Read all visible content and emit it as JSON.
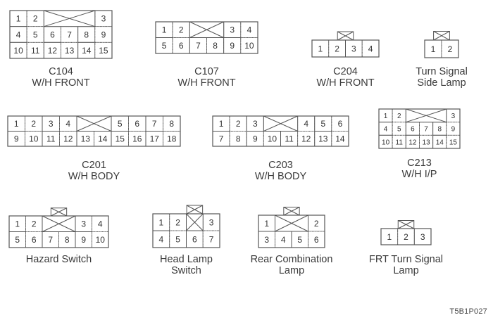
{
  "figure_code": "T5B1P027",
  "colors": {
    "line": "#555555",
    "text": "#333333",
    "background": "#ffffff"
  },
  "connectors": [
    {
      "id": "c104",
      "caption": [
        "C104",
        "W/H FRONT"
      ],
      "cols": 6,
      "rows": 3,
      "blank": [
        {
          "row": 0,
          "col": 2,
          "span": 3
        }
      ],
      "key": null,
      "pins": [
        [
          [
            "1",
            0
          ],
          [
            "2",
            1
          ],
          [
            "3",
            5
          ]
        ],
        [
          [
            "4",
            0
          ],
          [
            "5",
            1
          ],
          [
            "6",
            2
          ],
          [
            "7",
            3
          ],
          [
            "8",
            4
          ],
          [
            "9",
            5
          ]
        ],
        [
          [
            "10",
            0
          ],
          [
            "11",
            1
          ],
          [
            "12",
            2
          ],
          [
            "13",
            3
          ],
          [
            "14",
            4
          ],
          [
            "15",
            5
          ]
        ]
      ]
    },
    {
      "id": "c107",
      "caption": [
        "C107",
        "W/H FRONT"
      ],
      "cols": 6,
      "rows": 2,
      "blank": [
        {
          "row": 0,
          "col": 2,
          "span": 2
        }
      ],
      "key": null,
      "pins": [
        [
          [
            "1",
            0
          ],
          [
            "2",
            1
          ],
          [
            "3",
            4
          ],
          [
            "4",
            5
          ]
        ],
        [
          [
            "5",
            0
          ],
          [
            "6",
            1
          ],
          [
            "7",
            2
          ],
          [
            "8",
            3
          ],
          [
            "9",
            4
          ],
          [
            "10",
            5
          ]
        ]
      ]
    },
    {
      "id": "c204",
      "caption": [
        "C204",
        "W/H FRONT"
      ],
      "cols": 4,
      "rows": 1,
      "blank": [],
      "key": {
        "center_col": 2.0
      },
      "pins": [
        [
          [
            "1",
            0
          ],
          [
            "2",
            1
          ],
          [
            "3",
            2
          ],
          [
            "4",
            3
          ]
        ]
      ]
    },
    {
      "id": "turn-signal-side-lamp",
      "caption": [
        "Turn Signal",
        "Side Lamp"
      ],
      "cols": 2,
      "rows": 1,
      "blank": [],
      "key": {
        "center_col": 1.0
      },
      "pins": [
        [
          [
            "1",
            0
          ],
          [
            "2",
            1
          ]
        ]
      ]
    },
    {
      "id": "c201",
      "caption": [
        "C201",
        "W/H BODY"
      ],
      "cols": 10,
      "rows": 2,
      "blank": [
        {
          "row": 0,
          "col": 4,
          "span": 2
        }
      ],
      "key": null,
      "pins": [
        [
          [
            "1",
            0
          ],
          [
            "2",
            1
          ],
          [
            "3",
            2
          ],
          [
            "4",
            3
          ],
          [
            "5",
            6
          ],
          [
            "6",
            7
          ],
          [
            "7",
            8
          ],
          [
            "8",
            9
          ]
        ],
        [
          [
            "9",
            0
          ],
          [
            "10",
            1
          ],
          [
            "11",
            2
          ],
          [
            "12",
            3
          ],
          [
            "13",
            4
          ],
          [
            "14",
            5
          ],
          [
            "15",
            6
          ],
          [
            "16",
            7
          ],
          [
            "17",
            8
          ],
          [
            "18",
            9
          ]
        ]
      ]
    },
    {
      "id": "c203",
      "caption": [
        "C203",
        "W/H BODY"
      ],
      "cols": 8,
      "rows": 2,
      "blank": [
        {
          "row": 0,
          "col": 3,
          "span": 2
        }
      ],
      "key": null,
      "pins": [
        [
          [
            "1",
            0
          ],
          [
            "2",
            1
          ],
          [
            "3",
            2
          ],
          [
            "4",
            5
          ],
          [
            "5",
            6
          ],
          [
            "6",
            7
          ]
        ],
        [
          [
            "7",
            0
          ],
          [
            "8",
            1
          ],
          [
            "9",
            2
          ],
          [
            "10",
            3
          ],
          [
            "11",
            4
          ],
          [
            "12",
            5
          ],
          [
            "13",
            6
          ],
          [
            "14",
            7
          ]
        ]
      ]
    },
    {
      "id": "c213",
      "caption": [
        "C213",
        "W/H I/P"
      ],
      "cols": 6,
      "rows": 3,
      "blank": [
        {
          "row": 0,
          "col": 2,
          "span": 3
        }
      ],
      "key": null,
      "pins": [
        [
          [
            "1",
            0
          ],
          [
            "2",
            1
          ],
          [
            "3",
            5
          ]
        ],
        [
          [
            "4",
            0
          ],
          [
            "5",
            1
          ],
          [
            "6",
            2
          ],
          [
            "7",
            3
          ],
          [
            "8",
            4
          ],
          [
            "9",
            5
          ]
        ],
        [
          [
            "10",
            0
          ],
          [
            "11",
            1
          ],
          [
            "12",
            2
          ],
          [
            "13",
            3
          ],
          [
            "14",
            4
          ],
          [
            "15",
            5
          ]
        ]
      ]
    },
    {
      "id": "hazard-switch",
      "caption": [
        "Hazard Switch"
      ],
      "cols": 6,
      "rows": 2,
      "blank": [
        {
          "row": 0,
          "col": 2,
          "span": 2
        }
      ],
      "key": {
        "center_col": 3.0
      },
      "pins": [
        [
          [
            "1",
            0
          ],
          [
            "2",
            1
          ],
          [
            "3",
            4
          ],
          [
            "4",
            5
          ]
        ],
        [
          [
            "5",
            0
          ],
          [
            "6",
            1
          ],
          [
            "7",
            2
          ],
          [
            "8",
            3
          ],
          [
            "9",
            4
          ],
          [
            "10",
            5
          ]
        ]
      ]
    },
    {
      "id": "head-lamp-switch",
      "caption": [
        "Head Lamp",
        "Switch"
      ],
      "cols": 4,
      "rows": 2,
      "blank": [
        {
          "row": 0,
          "col": 2,
          "span": 1
        }
      ],
      "key": {
        "center_col": 2.5
      },
      "pins": [
        [
          [
            "1",
            0
          ],
          [
            "2",
            1
          ],
          [
            "3",
            3
          ]
        ],
        [
          [
            "4",
            0
          ],
          [
            "5",
            1
          ],
          [
            "6",
            2
          ],
          [
            "7",
            3
          ]
        ]
      ]
    },
    {
      "id": "rear-combination-lamp",
      "caption": [
        "Rear Combination",
        "Lamp"
      ],
      "cols": 4,
      "rows": 2,
      "blank": [
        {
          "row": 0,
          "col": 1,
          "span": 2
        }
      ],
      "key": {
        "center_col": 2.0
      },
      "pins": [
        [
          [
            "1",
            0
          ],
          [
            "2",
            3
          ]
        ],
        [
          [
            "3",
            0
          ],
          [
            "4",
            1
          ],
          [
            "5",
            2
          ],
          [
            "6",
            3
          ]
        ]
      ]
    },
    {
      "id": "frt-turn-signal-lamp",
      "caption": [
        "FRT Turn Signal",
        "Lamp"
      ],
      "cols": 3,
      "rows": 1,
      "blank": [],
      "key": {
        "center_col": 1.5
      },
      "pins": [
        [
          [
            "1",
            0
          ],
          [
            "2",
            1
          ],
          [
            "3",
            2
          ]
        ]
      ]
    }
  ]
}
